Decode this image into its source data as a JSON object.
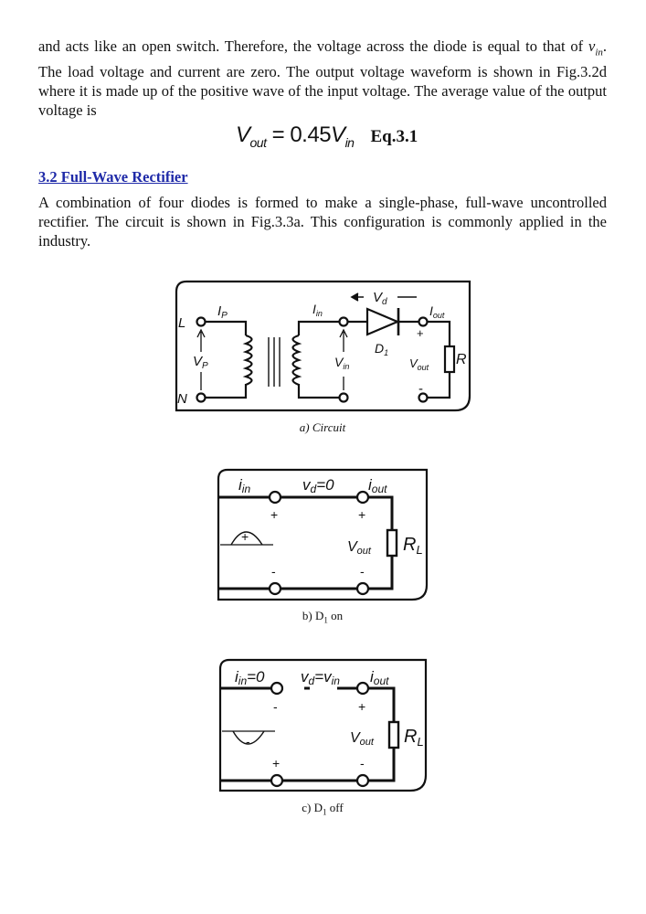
{
  "paragraph1": {
    "prefix": "and acts like an open switch. Therefore, the voltage across the diode is equal to that of ",
    "var": "v",
    "var_sub": "in",
    "suffix": ". The load voltage and current are zero. The output voltage waveform is shown in Fig.3.2d where it is made up of the positive wave of the input voltage. The average value of the output voltage is"
  },
  "equation": {
    "lhs": "V",
    "lhs_sub": "out",
    "equals": " = 0.45",
    "rhs": "V",
    "rhs_sub": "in",
    "number": "Eq.3.1"
  },
  "section_heading": "3.2 Full-Wave Rectifier",
  "paragraph2": "A combination of four diodes is formed to make a single-phase, full-wave uncontrolled rectifier. The circuit is shown in Fig.3.3a. This configuration is commonly applied in the industry.",
  "figure_a": {
    "caption": "a) Circuit",
    "labels": {
      "L": "L",
      "N": "N",
      "I": "I",
      "P_sub": "P",
      "V": "V",
      "in_sub": "in",
      "out_sub": "out",
      "d_sub": "d",
      "D": "D",
      "D_sub": "1",
      "R": "R",
      "plus": "+",
      "minus": "-"
    }
  },
  "figure_b": {
    "caption_main": "b) D",
    "caption_sub": "1",
    "caption_tail": " on",
    "labels": {
      "i": "i",
      "in_sub": "in",
      "vd": "v",
      "d_sub": "d",
      "vd_eq": "=0",
      "out_sub": "out",
      "V": "V",
      "R": "R",
      "L_sub": "L",
      "plus": "+",
      "minus": "-"
    }
  },
  "figure_c": {
    "caption_main": "c) D",
    "caption_sub": "1",
    "caption_tail": " off",
    "labels": {
      "i": "i",
      "in_sub": "in",
      "iin_eq": "=0",
      "vd": "v",
      "d_sub": "d",
      "vd_eq": "=v",
      "out_sub": "out",
      "V": "V",
      "R": "R",
      "L_sub": "L",
      "plus": "+",
      "minus": "-"
    }
  }
}
